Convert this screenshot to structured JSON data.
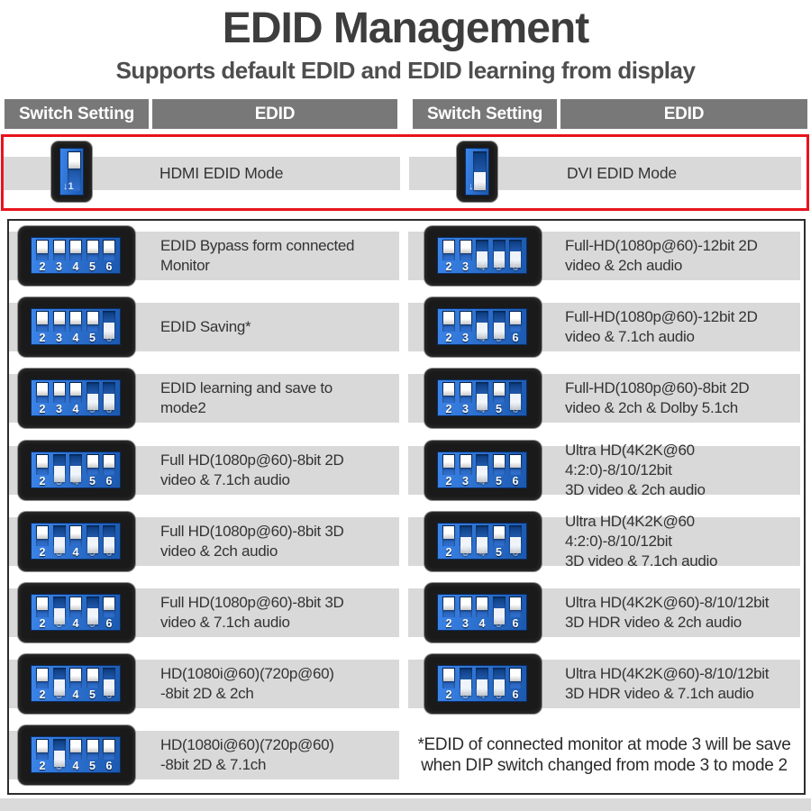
{
  "page": {
    "title": "EDID Management",
    "subtitle": "Supports default EDID and EDID learning from display"
  },
  "header": {
    "cells": [
      "Switch Setting",
      "EDID",
      "Switch Setting",
      "EDID"
    ]
  },
  "mode_row": {
    "left": {
      "label": "HDMI EDID Mode",
      "switch_position": "up",
      "marker": "↓1"
    },
    "right": {
      "label": "DVI EDID Mode",
      "switch_position": "down",
      "marker": "↓1"
    }
  },
  "dip_numbers": [
    "2",
    "3",
    "4",
    "5",
    "6"
  ],
  "table": {
    "left_rows": [
      {
        "down": [],
        "label": "EDID Bypass form connected\nMonitor"
      },
      {
        "down": [
          6
        ],
        "label": "EDID Saving*"
      },
      {
        "down": [
          5,
          6
        ],
        "label": "EDID learning and save to\nmode2"
      },
      {
        "down": [
          3,
          4
        ],
        "label": "Full HD(1080p@60)-8bit 2D\nvideo & 7.1ch audio"
      },
      {
        "down": [
          3,
          5,
          6
        ],
        "label": "Full HD(1080p@60)-8bit 3D\nvideo & 2ch audio"
      },
      {
        "down": [
          3,
          5
        ],
        "label": "Full HD(1080p@60)-8bit 3D\nvideo & 7.1ch audio"
      },
      {
        "down": [
          3,
          6
        ],
        "label": "HD(1080i@60)(720p@60)\n-8bit 2D & 2ch"
      },
      {
        "down": [
          3
        ],
        "label": "HD(1080i@60)(720p@60)\n-8bit 2D & 7.1ch"
      }
    ],
    "right_rows": [
      {
        "down": [
          4,
          5,
          6
        ],
        "label": "Full-HD(1080p@60)-12bit 2D\nvideo & 2ch audio"
      },
      {
        "down": [
          4,
          5
        ],
        "label": "Full-HD(1080p@60)-12bit 2D\nvideo & 7.1ch audio"
      },
      {
        "down": [
          4,
          6
        ],
        "label": "Full-HD(1080p@60)-8bit 2D\nvideo & 2ch & Dolby 5.1ch"
      },
      {
        "down": [
          4
        ],
        "label": "Ultra HD(4K2K@60 4:2:0)-8/10/12bit\n3D video & 2ch audio"
      },
      {
        "down": [
          3,
          4,
          6
        ],
        "label": "Ultra HD(4K2K@60 4:2:0)-8/10/12bit\n3D video & 7.1ch audio"
      },
      {
        "down": [
          5
        ],
        "label": "Ultra HD(4K2K@60)-8/10/12bit\n3D HDR video & 2ch audio"
      },
      {
        "down": [
          3,
          4,
          5
        ],
        "label": "Ultra HD(4K2K@60)-8/10/12bit\n3D HDR video & 7.1ch audio"
      }
    ],
    "footnote": "*EDID of connected monitor at mode 3 will be save\nwhen DIP switch changed from mode 3 to mode 2"
  },
  "colors": {
    "accent_red": "#e8141c",
    "header_gray": "#787878",
    "row_band_gray": "#d9d9d9",
    "switch_blue": "#2a6fd4",
    "title_gray": "#3d3d3d"
  }
}
